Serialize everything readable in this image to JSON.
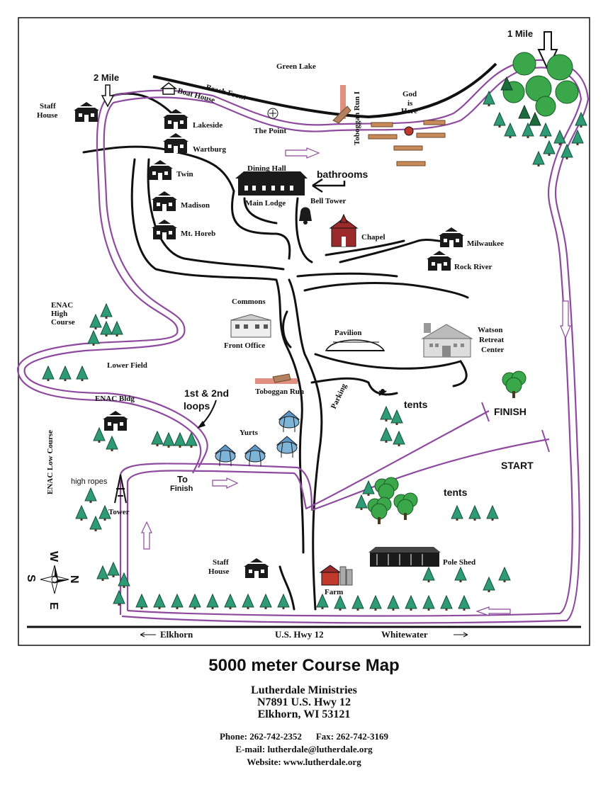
{
  "map": {
    "labels": {
      "green_lake": "Green Lake",
      "beach_front": "Beach Front",
      "boat_house": "Boat House",
      "toboggan_run_1": "Toboggan Run I",
      "god_is_here": [
        "God",
        "is",
        "Here"
      ],
      "mile_1": "1 Mile",
      "mile_2": "2 Mile",
      "staff_house_top": [
        "Staff",
        "House"
      ],
      "lakeside": "Lakeside",
      "the_point": "The Point",
      "wartburg": "Wartburg",
      "twin": "Twin",
      "dining_hall": "Dining Hall",
      "bathrooms": "bathrooms",
      "main_lodge": "Main Lodge",
      "bell_tower": "Bell Tower",
      "madison": "Madison",
      "chapel": "Chapel",
      "milwaukee": "Milwaukee",
      "mt_horeb": "Mt. Horeb",
      "rock_river": "Rock River",
      "enac_high_course": [
        "ENAC",
        "High",
        "Course"
      ],
      "commons": "Commons",
      "front_office": "Front Office",
      "pavilion": "Pavilion",
      "watson": [
        "Watson",
        "Retreat",
        "Center"
      ],
      "lower_field": "Lower Field",
      "toboggan_run": "Toboggan Run",
      "parking": "Parking",
      "enac_bldg": "ENAC Bldg",
      "loops": [
        "1st & 2nd",
        "loops"
      ],
      "tents_top": "tents",
      "finish": "FINISH",
      "yurts": "Yurts",
      "enac_low_course": "ENAC Low Course",
      "start": "START",
      "high_ropes": "high ropes",
      "to_finish": [
        "To",
        "Finish"
      ],
      "tents_mid": "tents",
      "tower": "Tower",
      "staff_house_bottom": [
        "Staff",
        "House"
      ],
      "pole_shed": "Pole Shed",
      "farm": "Farm",
      "compass": {
        "w": "W",
        "s": "S",
        "n": "N",
        "e": "E"
      },
      "road": {
        "left": "Elkhorn",
        "center": "U.S. Hwy 12",
        "right": "Whitewater"
      }
    },
    "colors": {
      "route": "#8e4a9e",
      "road": "#111111",
      "tree_dark": "#1d6b3c",
      "tree_light": "#2f9a76",
      "deciduous": "#3aa84a",
      "building": "#1a1a1a",
      "chapel": "#9b2a2a",
      "toboggan": "#e08f80"
    }
  },
  "footer": {
    "title": "5000 meter Course Map",
    "org_name": "Lutherdale Ministries",
    "address_1": "N7891 U.S. Hwy 12",
    "address_2": "Elkhorn, WI 53121",
    "phone": "Phone: 262-742-2352",
    "fax": "Fax: 262-742-3169",
    "email": "E-mail: lutherdale@lutherdale.org",
    "website": "Website: www.lutherdale.org"
  }
}
